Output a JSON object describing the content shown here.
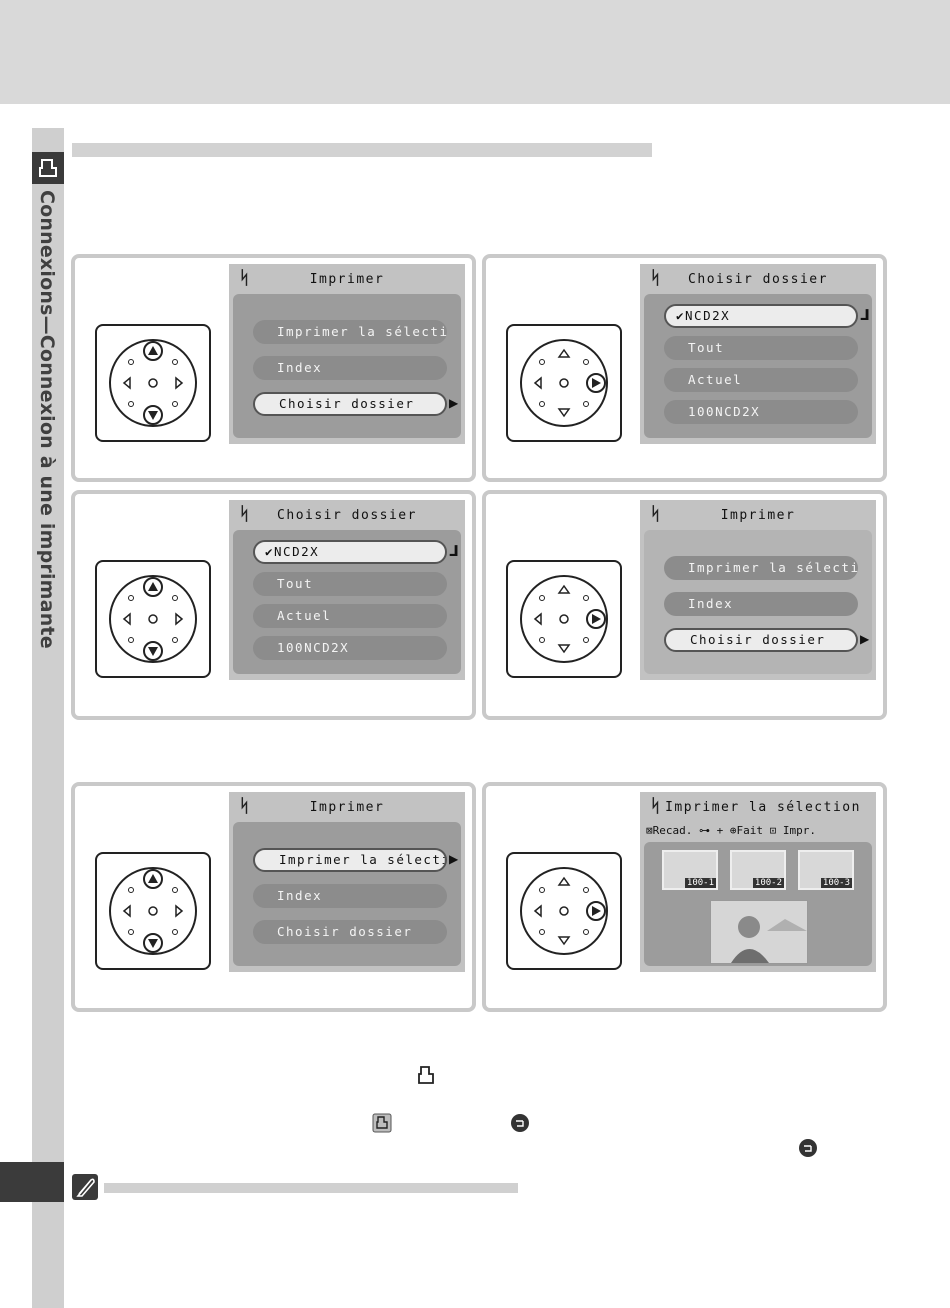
{
  "sidebar": {
    "section_title": "Connexions—Connexion à une imprimante",
    "print_icon": "printer-icon"
  },
  "menus": {
    "print": {
      "title": "Imprimer",
      "items": [
        "Imprimer la sélection",
        "Index",
        "Choisir dossier"
      ]
    },
    "folder": {
      "title": "Choisir dossier",
      "items": [
        "✔NCD2X",
        "Tout",
        "Actuel",
        "100NCD2X"
      ]
    },
    "selection": {
      "title": "Imprimer la sélection",
      "toolbar": "⊠Recad. ⊶ + ⊕Fait ⊡ Impr.",
      "thumbs": [
        "100-1",
        "100-2",
        "100-3"
      ]
    }
  },
  "icons": {
    "logo": "camera-menu-logo-icon",
    "enter": "enter-button-icon",
    "note": "pencil-note-icon",
    "multi_selector": "multi-selector-dial-icon"
  },
  "colors": {
    "screen_bg": "#c2c2c2",
    "menu_bg": "#9c9c9c",
    "option_bg": "#8c8c8c",
    "selected_option": "#ececec",
    "panel_border": "#c9c9c9"
  }
}
